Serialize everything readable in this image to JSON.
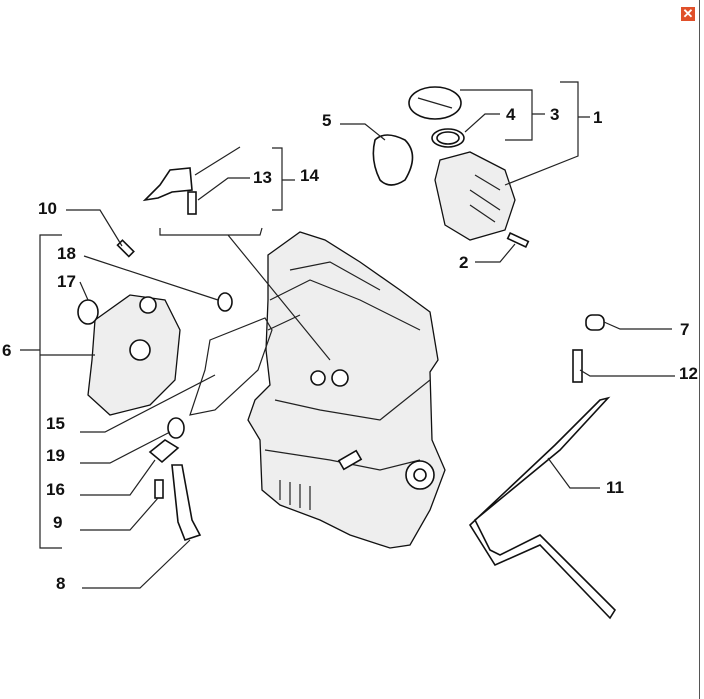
{
  "window": {
    "close_icon": "close-icon",
    "close_color": "#e0502a"
  },
  "callouts": {
    "c1": "1",
    "c2": "2",
    "c3": "3",
    "c4": "4",
    "c5": "5",
    "c6": "6",
    "c7": "7",
    "c8": "8",
    "c9": "9",
    "c10": "10",
    "c11": "11",
    "c12": "12",
    "c13": "13",
    "c14": "14",
    "c15": "15",
    "c16": "16",
    "c17": "17",
    "c18": "18",
    "c19": "19"
  }
}
